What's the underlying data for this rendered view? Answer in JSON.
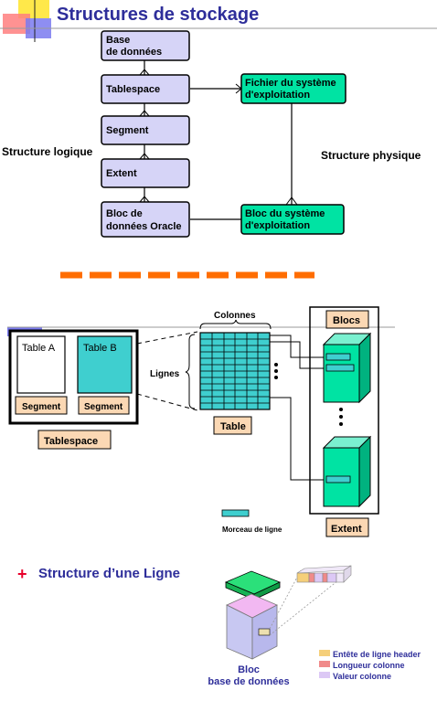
{
  "slide": {
    "title": "Structures de stockage"
  },
  "logical": {
    "group_label": "Structure logique",
    "boxes": [
      {
        "id": "base",
        "lines": [
          "Base",
          "de données"
        ]
      },
      {
        "id": "tablespace",
        "lines": [
          "Tablespace"
        ]
      },
      {
        "id": "segment",
        "lines": [
          "Segment"
        ]
      },
      {
        "id": "extent",
        "lines": [
          "Extent"
        ]
      },
      {
        "id": "bloc_oracle",
        "lines": [
          "Bloc de",
          "données Oracle"
        ]
      }
    ]
  },
  "physical": {
    "group_label": "Structure physique",
    "boxes": [
      {
        "id": "fichier",
        "lines": [
          "Fichier du système",
          "d'exploitation"
        ]
      },
      {
        "id": "bloc_os",
        "lines": [
          "Bloc du système",
          "d'exploitation"
        ]
      }
    ]
  },
  "tablespace_diagram": {
    "table_a": "Table A",
    "table_b": "Table B",
    "segment_a": "Segment",
    "segment_b": "Segment",
    "tablespace": "Tablespace",
    "colonnes": "Colonnes",
    "lignes": "Lignes",
    "table": "Table",
    "blocs": "Blocs",
    "extent": "Extent",
    "morceau": "Morceau de ligne"
  },
  "row_structure": {
    "title_marker": "+",
    "title": "Structure d’une Ligne",
    "bloc_lines": [
      "Bloc",
      "base de données"
    ],
    "legend": [
      {
        "label": "Entête de ligne header",
        "color": "#f5cf7a"
      },
      {
        "label": "Longueur colonne",
        "color": "#f08a8a"
      },
      {
        "label": "Valeur colonne",
        "color": "#dcc8f5"
      }
    ]
  },
  "colors": {
    "title": "#2e2e9a",
    "logical_fill": "#d6d4f7",
    "physical_fill": "#00e3a3",
    "table_fill": "#3fcfcf",
    "tag_fill": "#fbd8b4",
    "orange_dash": "#ff6d00",
    "plus_red": "#e8002a"
  }
}
